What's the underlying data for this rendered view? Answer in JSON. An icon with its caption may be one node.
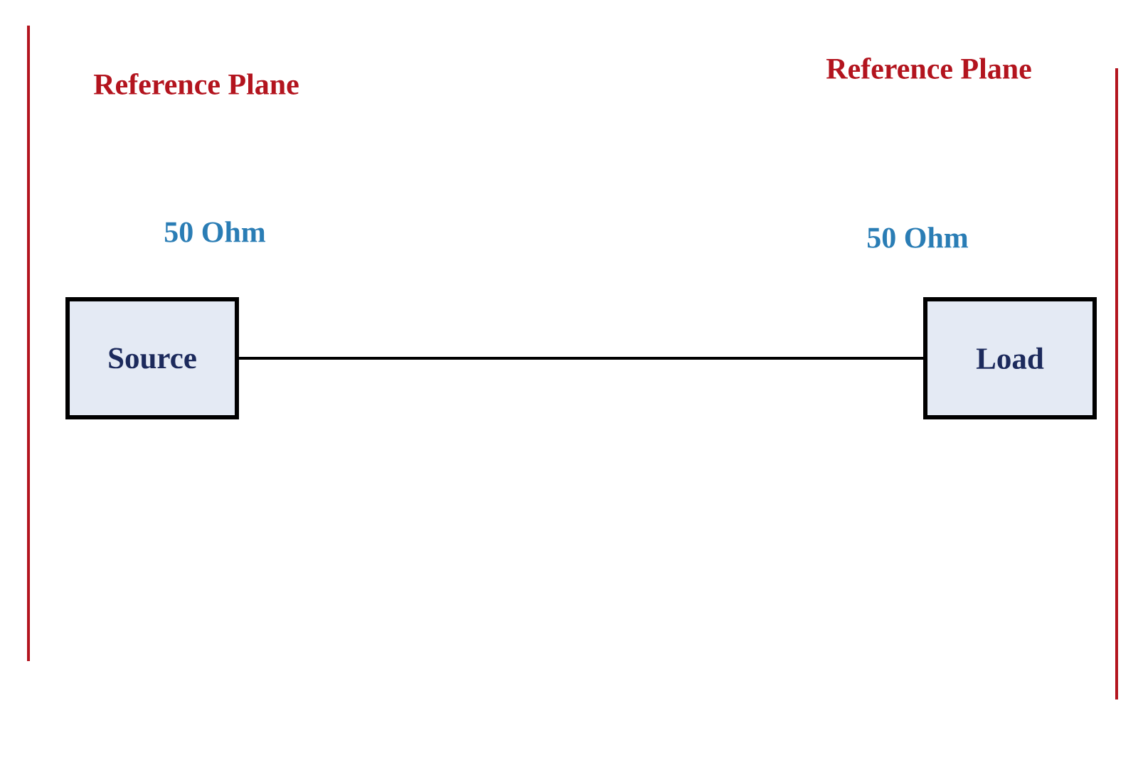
{
  "diagram": {
    "nodes": [
      {
        "text": [
          "Source"
        ],
        "beside": [
          "50 Ohm"
        ]
      },
      {
        "text": [
          "Load"
        ],
        "beside": [
          "50 Ohm"
        ]
      }
    ],
    "edges": [
      {
        "from": 0,
        "to": 1,
        "arrow": "none"
      }
    ],
    "labels": [
      "Reference Plane",
      "Reference Plane"
    ]
  }
}
